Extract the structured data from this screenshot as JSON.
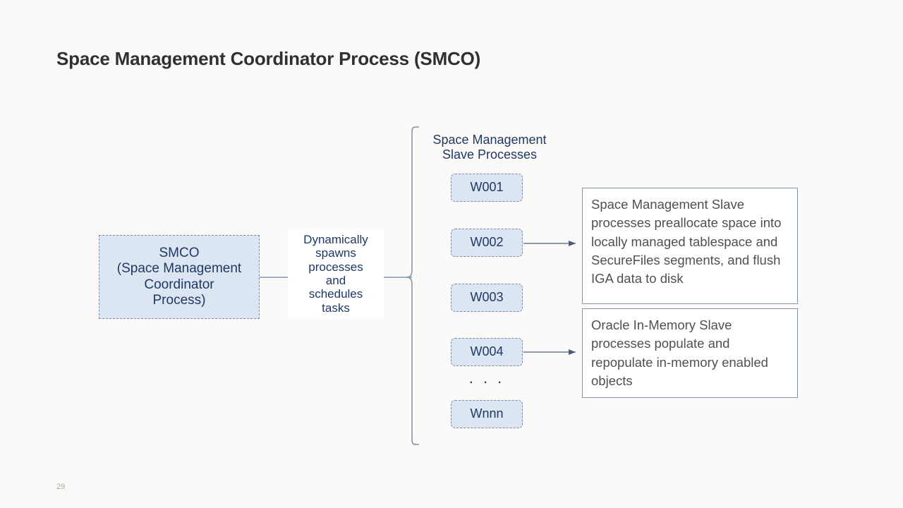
{
  "slide": {
    "title": "Space Management Coordinator Process (SMCO)",
    "page_number": "29",
    "background_color": "#fbfaf8",
    "accent_color": "#1f3864",
    "node_fill_color": "#dce6f2",
    "node_border_color": "#7e8da0",
    "desc_border_color": "#8496ad"
  },
  "diagram": {
    "coordinator": {
      "label": "SMCO\n(Space Management\nCoordinator\nProcess)"
    },
    "spawn_caption": {
      "label": "Dynamically\nspawns\nprocesses\nand\nschedules\ntasks"
    },
    "group_label": {
      "label": "Space Management\nSlave Processes"
    },
    "workers": [
      {
        "label": "W001"
      },
      {
        "label": "W002"
      },
      {
        "label": "W003"
      },
      {
        "label": "W004"
      },
      {
        "label": "Wnnn"
      }
    ],
    "ellipsis": ". . .",
    "descriptions": [
      {
        "label": "Space Management Slave processes preallocate space into locally managed tablespace and SecureFiles segments, and flush IGA data to disk"
      },
      {
        "label": "Oracle In-Memory Slave processes populate and repopulate in-memory enabled objects"
      }
    ]
  }
}
